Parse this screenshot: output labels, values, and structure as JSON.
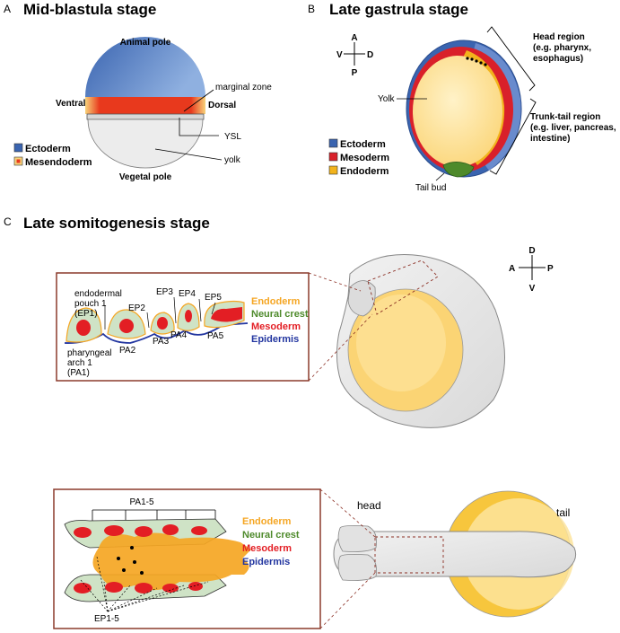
{
  "panelA": {
    "letter": "A",
    "title": "Mid-blastula stage",
    "labels": {
      "animal_pole": "Animal pole",
      "vegetal_pole": "Vegetal pole",
      "ventral": "Ventral",
      "dorsal": "Dorsal",
      "marginal_zone": "marginal zone",
      "ysl": "YSL",
      "yolk": "yolk"
    },
    "legend": [
      {
        "label": "Ectoderm",
        "color": "#3a64b0"
      },
      {
        "label": "Mesendoderm",
        "color": "#e8391d"
      }
    ]
  },
  "panelB": {
    "letter": "B",
    "title": "Late gastrula stage",
    "axes": {
      "top": "A",
      "bottom": "P",
      "left": "V",
      "right": "D"
    },
    "labels": {
      "yolk": "Yolk",
      "tail_bud": "Tail bud",
      "head_region": [
        "Head region",
        "(e.g. pharynx,",
        "esophagus)"
      ],
      "trunk_tail_region": [
        "Trunk-tail region",
        "(e.g. liver, pancreas,",
        "intestine)"
      ]
    },
    "legend": [
      {
        "label": "Ectoderm",
        "color": "#3a64b0"
      },
      {
        "label": "Mesoderm",
        "color": "#d9202a"
      },
      {
        "label": "Endoderm",
        "color": "#f2b31c"
      }
    ]
  },
  "panelC": {
    "letter": "C",
    "title": "Late somitogenesis stage",
    "axes": {
      "top": "D",
      "bottom": "V",
      "left": "A",
      "right": "P"
    },
    "side_box": {
      "labels": {
        "ep1": [
          "endodermal",
          "pouch 1",
          "(EP1)"
        ],
        "pa1": [
          "pharyngeal",
          "arch 1",
          "(PA1)"
        ],
        "ep2": "EP2",
        "ep3": "EP3",
        "ep4": "EP4",
        "ep5": "EP5",
        "pa2": "PA2",
        "pa3": "PA3",
        "pa4": "PA4",
        "pa5": "PA5"
      }
    },
    "top_box": {
      "labels": {
        "pa": "PA1-5",
        "ep": "EP1-5"
      }
    },
    "view_labels": {
      "head": "head",
      "tail": "tail"
    },
    "legend": [
      {
        "label": "Endoderm",
        "color": "#f5a623"
      },
      {
        "label": "Neural crest",
        "color": "#4e8a2b"
      },
      {
        "label": "Mesoderm",
        "color": "#e31e24"
      },
      {
        "label": "Epidermis",
        "color": "#2336a0"
      }
    ]
  }
}
